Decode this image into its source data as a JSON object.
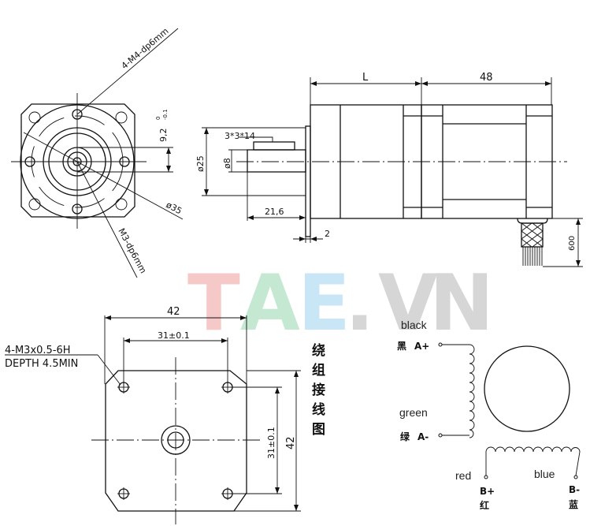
{
  "watermark": {
    "letters": [
      {
        "char": "T",
        "color": "#f6c9c9"
      },
      {
        "char": "A",
        "color": "#c4e8d2"
      },
      {
        "char": "E",
        "color": "#c9e6f6"
      },
      {
        "char": ".",
        "color": "#d6d6d6"
      },
      {
        "char": "V",
        "color": "#d6d6d6"
      },
      {
        "char": "N",
        "color": "#d6d6d6"
      }
    ]
  },
  "front_view": {
    "hole_callout": "4-M4-dp6mm",
    "shaft_hole_callout": "M3-dp6mm",
    "pcd_label": "ø35",
    "flat_dim": "9,2",
    "flat_tol_upper": "0",
    "flat_tol_lower": "-0.1"
  },
  "side_view": {
    "key_label": "3*3*14",
    "shaft_dia": "ø8",
    "boss_dia": "ø25",
    "shaft_length": "21,6",
    "flange_thickness": "2",
    "gearbox_length": "L",
    "motor_length": "48",
    "cable_length": "600"
  },
  "mount_view": {
    "width": "42",
    "height": "42",
    "hole_spacing_h": "31±0.1",
    "hole_spacing_v": "31±0.1",
    "thread_callout_line1": "4-M3x0.5-6H",
    "thread_callout_line2": "DEPTH 4.5MIN"
  },
  "wiring": {
    "title_chars": [
      "绕",
      "组",
      "接",
      "线",
      "图"
    ],
    "a_plus": {
      "cn": "黑",
      "pin": "A+",
      "color_en": "black"
    },
    "a_minus": {
      "cn": "绿",
      "pin": "A-",
      "color_en": "green"
    },
    "b_plus": {
      "cn": "红",
      "pin": "B+",
      "color_en": "red"
    },
    "b_minus": {
      "cn": "蓝",
      "pin": "B-",
      "color_en": "blue"
    }
  }
}
